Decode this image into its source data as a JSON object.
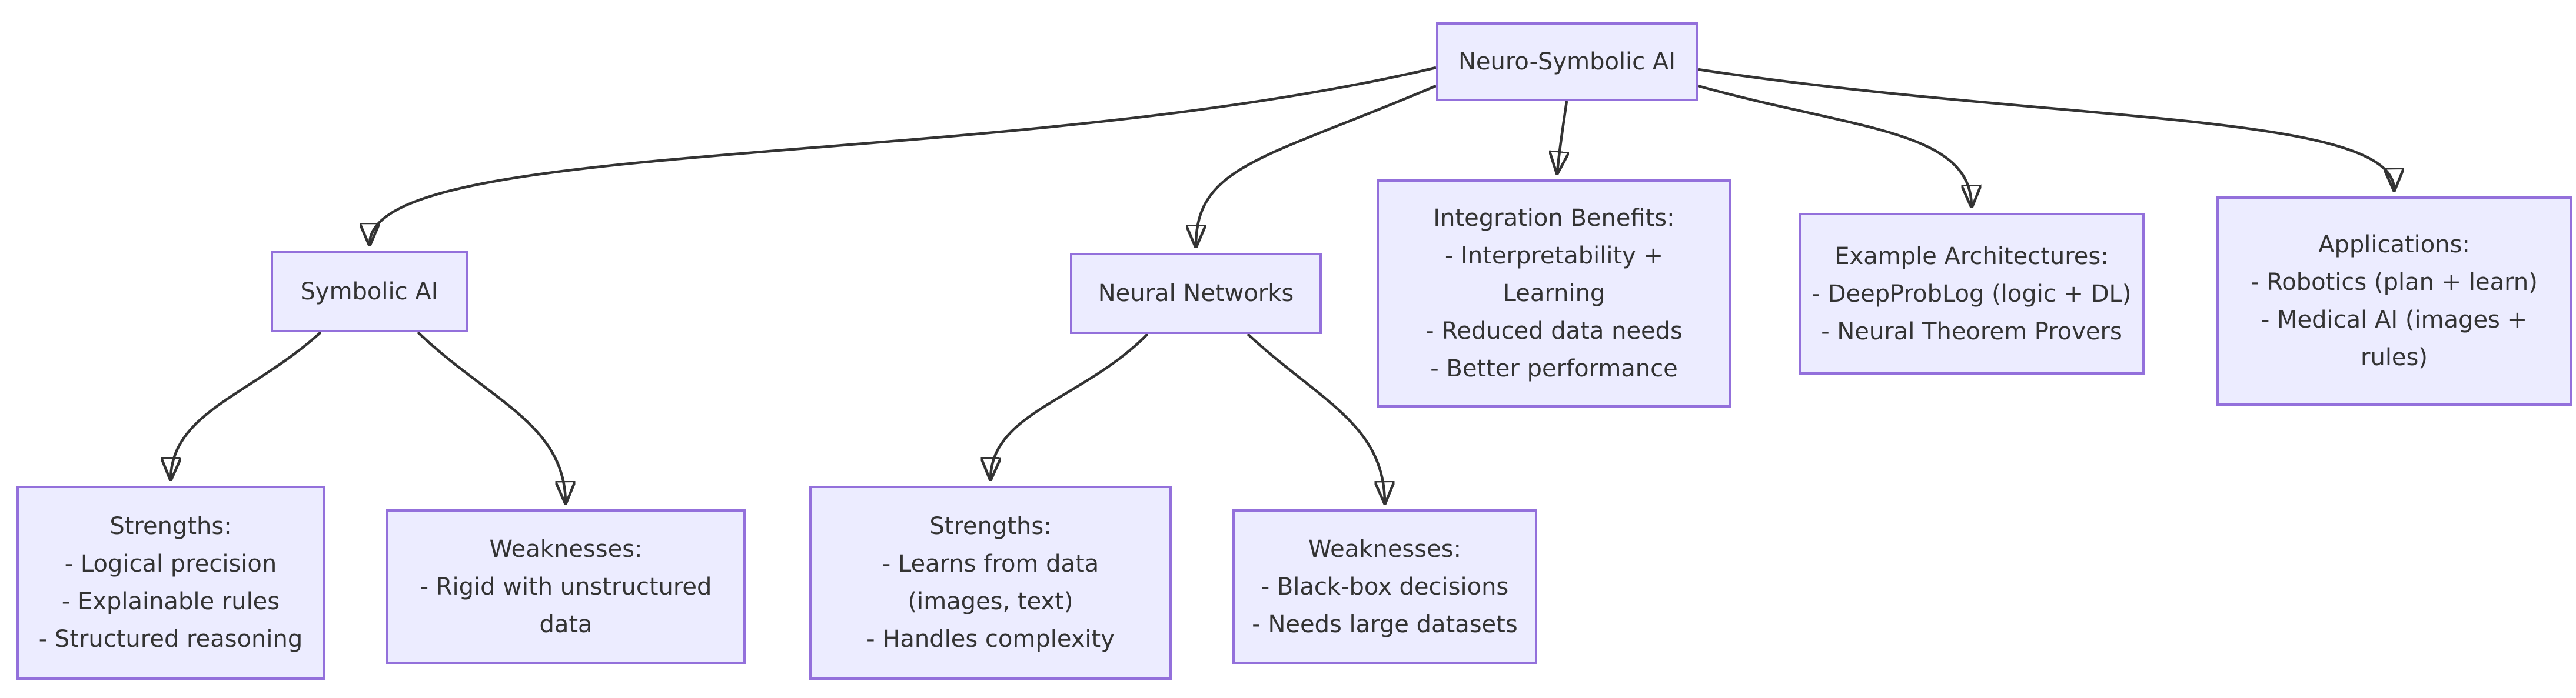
{
  "diagram": {
    "type": "flowchart",
    "topic": "Neuro-Symbolic AI",
    "colors": {
      "node_fill": "#ECECFF",
      "node_border": "#9370DB",
      "edge_color": "#333333",
      "text_color": "#333333",
      "background": "#FFFFFF"
    },
    "nodes": {
      "root": {
        "lines": [
          "Neuro-Symbolic AI"
        ]
      },
      "symbolic": {
        "lines": [
          "Symbolic AI"
        ]
      },
      "neural": {
        "lines": [
          "Neural Networks"
        ]
      },
      "integration": {
        "lines": [
          "Integration Benefits:",
          "- Interpretability +",
          "Learning",
          "- Reduced data needs",
          "- Better performance"
        ]
      },
      "examples": {
        "lines": [
          "Example Architectures:",
          "- DeepProbLog (logic + DL)",
          "- Neural Theorem Provers"
        ]
      },
      "applications": {
        "lines": [
          "Applications:",
          "- Robotics (plan + learn)",
          "- Medical AI (images +",
          "rules)"
        ]
      },
      "sym_strengths": {
        "lines": [
          "Strengths:",
          "- Logical precision",
          "- Explainable rules",
          "- Structured reasoning"
        ]
      },
      "sym_weaknesses": {
        "lines": [
          "Weaknesses:",
          "- Rigid with unstructured",
          "data"
        ]
      },
      "nn_strengths": {
        "lines": [
          "Strengths:",
          "- Learns from data",
          "(images, text)",
          "- Handles complexity"
        ]
      },
      "nn_weaknesses": {
        "lines": [
          "Weaknesses:",
          "- Black-box decisions",
          "- Needs large datasets"
        ]
      }
    },
    "edges": [
      {
        "from": "Neuro-Symbolic AI",
        "to": "Symbolic AI"
      },
      {
        "from": "Neuro-Symbolic AI",
        "to": "Neural Networks"
      },
      {
        "from": "Neuro-Symbolic AI",
        "to": "Integration Benefits"
      },
      {
        "from": "Neuro-Symbolic AI",
        "to": "Example Architectures"
      },
      {
        "from": "Neuro-Symbolic AI",
        "to": "Applications"
      },
      {
        "from": "Symbolic AI",
        "to": "Strengths (Symbolic)"
      },
      {
        "from": "Symbolic AI",
        "to": "Weaknesses (Symbolic)"
      },
      {
        "from": "Neural Networks",
        "to": "Strengths (Neural)"
      },
      {
        "from": "Neural Networks",
        "to": "Weaknesses (Neural)"
      }
    ]
  }
}
